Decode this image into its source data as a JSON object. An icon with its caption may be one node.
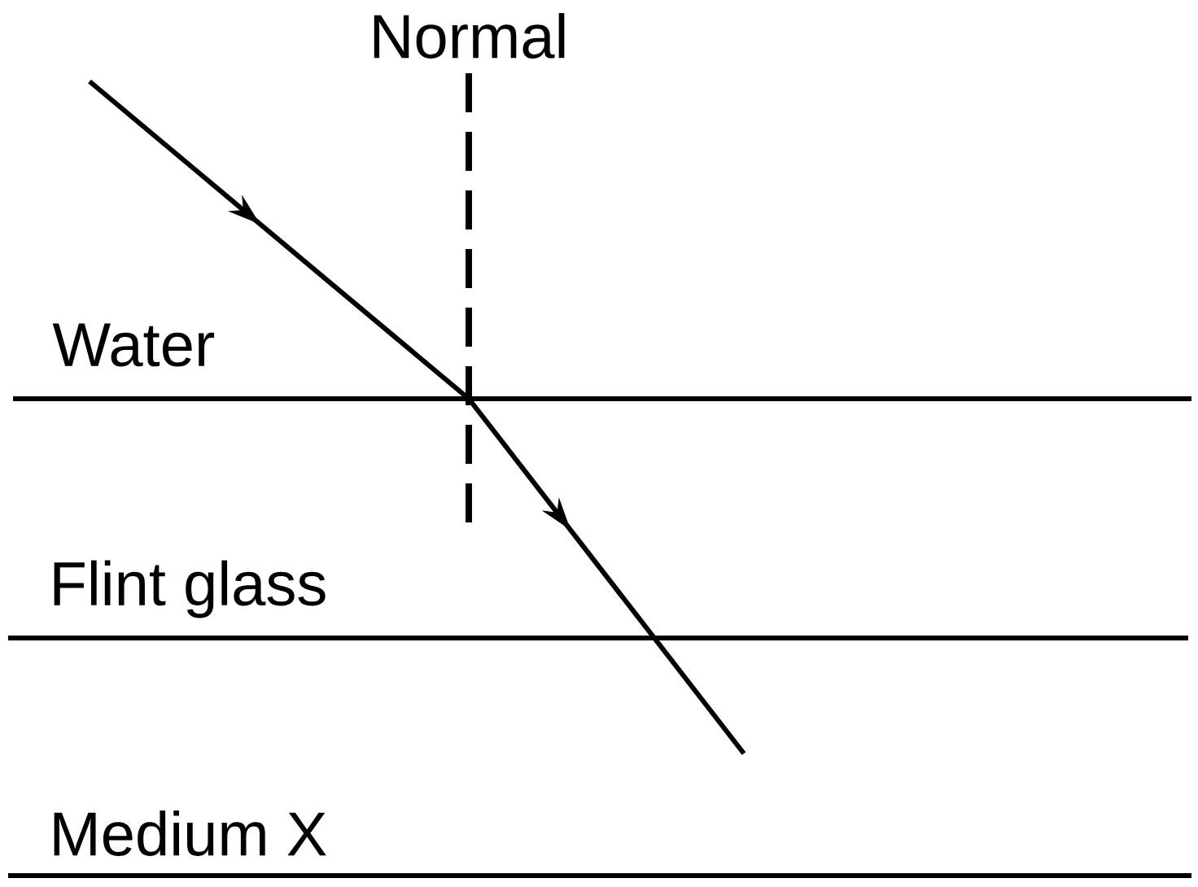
{
  "diagram": {
    "labels": [
      "Normal",
      "Water",
      "Flint glass",
      "Medium X"
    ]
  }
}
